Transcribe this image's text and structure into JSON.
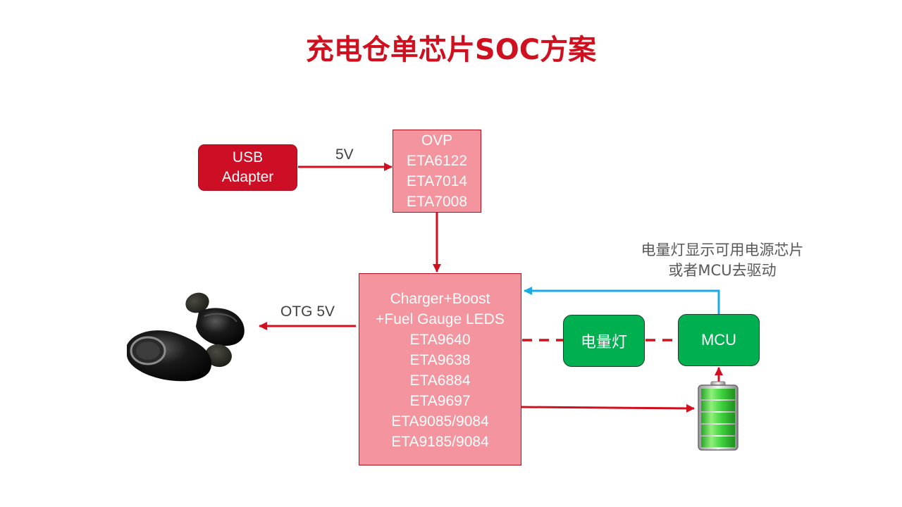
{
  "title": "充电仓单芯片SOC方案",
  "nodes": {
    "usb_adapter": {
      "lines": [
        "USB",
        "Adapter"
      ]
    },
    "ovp": {
      "lines": [
        "OVP",
        "ETA6122",
        "ETA7014",
        "ETA7008"
      ]
    },
    "charger": {
      "lines": [
        "Charger+Boost",
        "+Fuel Gauge LEDS",
        "ETA9640",
        "ETA9638",
        "ETA6884",
        "ETA9697",
        "ETA9085/9084",
        "ETA9185/9084"
      ]
    },
    "fuel_led": {
      "label": "电量灯"
    },
    "mcu": {
      "label": "MCU"
    },
    "earbuds": {
      "icon": "earbuds-image"
    },
    "battery": {
      "icon": "battery-full-icon"
    }
  },
  "edges": {
    "usb_to_ovp": {
      "label": "5V"
    },
    "charger_to_earbuds": {
      "label": "OTG 5V"
    }
  },
  "note": {
    "lines": [
      "电量灯显示可用电源芯片",
      "或者MCU去驱动"
    ]
  },
  "colors": {
    "title": "#d0101e",
    "usb_fill": "#cc0f25",
    "chip_fill": "#f4949e",
    "chip_border": "#b0101e",
    "green_fill": "#00af50",
    "arrow_red": "#d0101e",
    "arrow_blue": "#1aabe6"
  }
}
